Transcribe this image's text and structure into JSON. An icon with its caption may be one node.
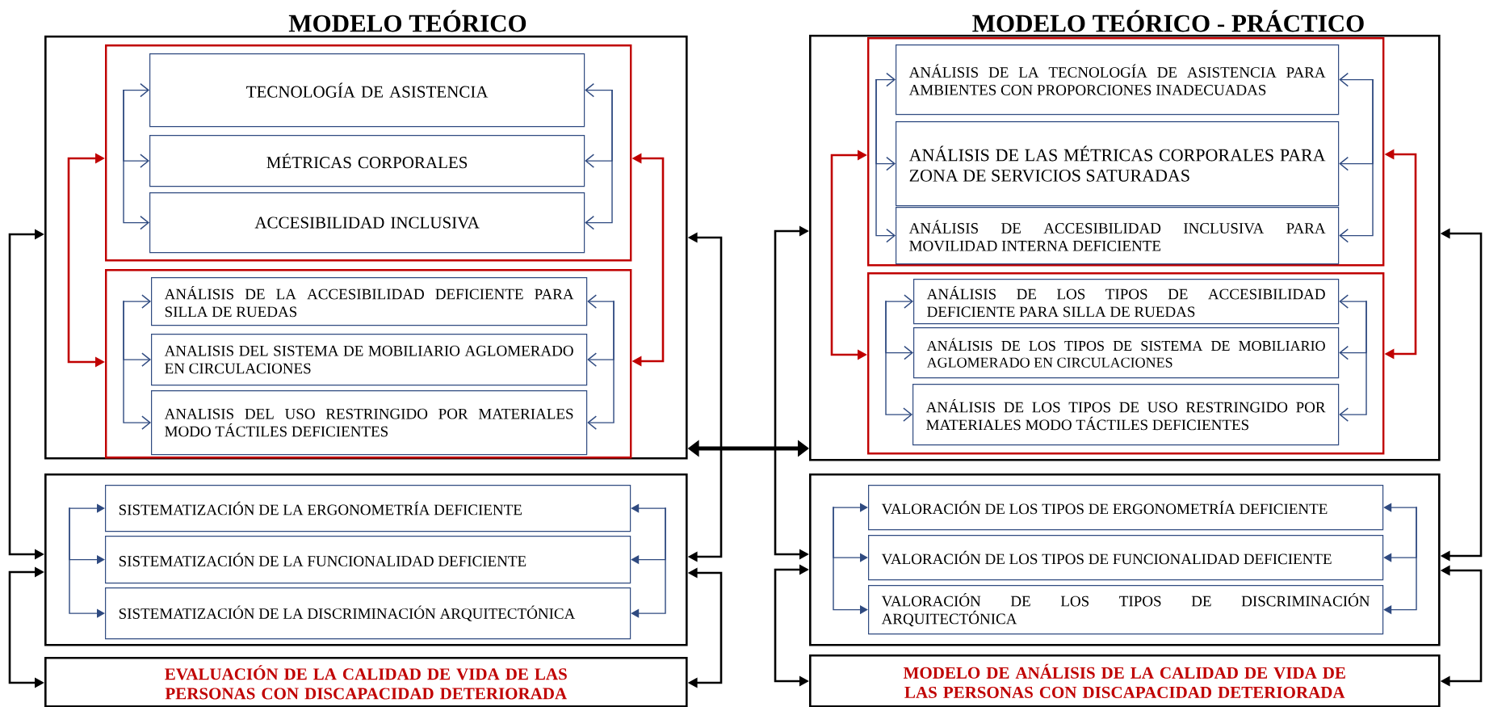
{
  "diagram": {
    "nodes": [
      {
        "text": [],
        "shape": "box"
      },
      {
        "text": [],
        "shape": "box",
        "in": 0
      },
      {
        "text": [
          "TECNOLOGÍA DE ASISTENCIA"
        ],
        "in": 1
      },
      {
        "text": [
          "MÉTRICAS CORPORALES"
        ],
        "in": 1
      },
      {
        "text": [
          "ACCESIBILIDAD INCLUSIVA"
        ],
        "in": 1
      },
      {
        "text": [],
        "shape": "box",
        "in": 0
      },
      {
        "text": [
          "ANÁLISIS DE LA ACCESIBILIDAD DEFICIENTE PARA SILLA DE RUEDAS"
        ],
        "in": 5
      },
      {
        "text": [
          "ANALISIS DEL SISTEMA DE MOBILIARIO AGLOMERADO EN CIRCULACIONES"
        ],
        "in": 5
      },
      {
        "text": [
          "ANALISIS DEL USO RESTRINGIDO POR MATERIALES MODO TÁCTILES DEFICIENTES"
        ],
        "in": 5
      },
      {
        "text": [],
        "shape": "box"
      },
      {
        "text": [
          "SISTEMATIZACIÓN DE LA ERGONOMETRÍA DEFICIENTE"
        ],
        "in": 9
      },
      {
        "text": [
          "SISTEMATIZACIÓN DE LA FUNCIONALIDAD DEFICIENTE"
        ],
        "in": 9
      },
      {
        "text": [
          "SISTEMATIZACIÓN DE LA DISCRIMINACIÓN ARQUITECTÓNICA"
        ],
        "in": 9
      },
      {
        "text": [
          "EVALUACIÓN DE LA CALIDAD DE VIDA DE LAS PERSONAS CON DISCAPACIDAD DETERIORADA"
        ]
      },
      {
        "text": [],
        "shape": "box"
      },
      {
        "text": [],
        "shape": "box",
        "in": 14
      },
      {
        "text": [
          "ANÁLISIS DE LA TECNOLOGÍA DE ASISTENCIA PARA AMBIENTES CON PROPORCIONES INADECUADAS"
        ],
        "in": 15
      },
      {
        "text": [
          "ANÁLISIS DE LAS MÉTRICAS CORPORALES PARA ZONA DE SERVICIOS SATURADAS"
        ],
        "in": 15
      },
      {
        "text": [
          "ANÁLISIS DE ACCESIBILIDAD INCLUSIVA PARA MOVILIDAD INTERNA DEFICIENTE"
        ],
        "in": 15
      },
      {
        "text": [],
        "shape": "box",
        "in": 14
      },
      {
        "text": [
          "ANÁLISIS DE LOS TIPOS DE ACCESIBILIDAD DEFICIENTE PARA SILLA DE RUEDAS"
        ],
        "in": 19
      },
      {
        "text": [
          "ANÁLISIS DE LOS TIPOS DE SISTEMA DE MOBILIARIO AGLOMERADO EN CIRCULACIONES"
        ],
        "in": 19
      },
      {
        "text": [
          "ANÁLISIS DE LOS TIPOS DE USO RESTRINGIDO POR MATERIALES MODO TÁCTILES DEFICIENTES"
        ],
        "in": 19
      },
      {
        "text": [],
        "shape": "box"
      },
      {
        "text": [
          "VALORACIÓN DE LOS TIPOS DE ERGONOMETRÍA DEFICIENTE"
        ],
        "in": 23
      },
      {
        "text": [
          "VALORACIÓN DE LOS TIPOS DE FUNCIONALIDAD DEFICIENTE"
        ],
        "in": 23
      },
      {
        "text": [
          "VALORACIÓN DE LOS TIPOS DE DISCRIMINACIÓN ARQUITECTÓNICA"
        ],
        "in": 23
      },
      {
        "text": [
          "MODELO DE ANÁLISIS DE LA CALIDAD DE VIDA DE LAS PERSONAS CON DISCAPACIDAD DETERIORADA"
        ]
      }
    ],
    "edges": [
      {
        "from": null,
        "to": 2,
        "arrow": "to"
      },
      {
        "from": null,
        "to": 3,
        "arrow": "to"
      },
      {
        "from": null,
        "to": 4,
        "arrow": "to"
      },
      {
        "from": null,
        "to": 2,
        "arrow": "to"
      },
      {
        "from": null,
        "to": 3,
        "arrow": "to"
      },
      {
        "from": null,
        "to": 4,
        "arrow": "to"
      },
      {
        "from": null,
        "to": 6,
        "arrow": "to"
      },
      {
        "from": null,
        "to": 7,
        "arrow": "to"
      },
      {
        "from": null,
        "to": 8,
        "arrow": "to"
      },
      {
        "from": null,
        "to": 6,
        "arrow": "to"
      },
      {
        "from": null,
        "to": 7,
        "arrow": "to"
      },
      {
        "from": null,
        "to": 8,
        "arrow": "to"
      },
      {
        "from": null,
        "to": 10,
        "arrow": "to"
      },
      {
        "from": null,
        "to": 11,
        "arrow": "to"
      },
      {
        "from": null,
        "to": 12,
        "arrow": "to"
      },
      {
        "from": null,
        "to": 10,
        "arrow": "to"
      },
      {
        "from": null,
        "to": 11,
        "arrow": "to"
      },
      {
        "from": null,
        "to": 12,
        "arrow": "to"
      },
      {
        "from": 1,
        "to": 5,
        "arrow": "both",
        "color": "#c00000"
      },
      {
        "from": 1,
        "to": 5,
        "arrow": "both",
        "color": "#c00000"
      },
      {
        "from": 0,
        "to": 9,
        "arrow": "both",
        "color": "#000000"
      },
      {
        "from": 9,
        "to": 13,
        "arrow": "both",
        "color": "#000000"
      },
      {
        "from": 0,
        "to": 9,
        "arrow": "both",
        "color": "#000000"
      },
      {
        "from": 9,
        "to": 13,
        "arrow": "both",
        "color": "#000000"
      },
      {
        "from": null,
        "to": 16,
        "arrow": "to"
      },
      {
        "from": null,
        "to": 17,
        "arrow": "to"
      },
      {
        "from": null,
        "to": 18,
        "arrow": "to"
      },
      {
        "from": null,
        "to": 16,
        "arrow": "to"
      },
      {
        "from": null,
        "to": 17,
        "arrow": "to"
      },
      {
        "from": null,
        "to": 18,
        "arrow": "to"
      },
      {
        "from": null,
        "to": 20,
        "arrow": "to"
      },
      {
        "from": null,
        "to": 21,
        "arrow": "to"
      },
      {
        "from": null,
        "to": 22,
        "arrow": "to"
      },
      {
        "from": null,
        "to": 20,
        "arrow": "to"
      },
      {
        "from": null,
        "to": 21,
        "arrow": "to"
      },
      {
        "from": null,
        "to": 22,
        "arrow": "to"
      },
      {
        "from": null,
        "to": 24,
        "arrow": "to"
      },
      {
        "from": null,
        "to": 25,
        "arrow": "to"
      },
      {
        "from": null,
        "to": 26,
        "arrow": "to"
      },
      {
        "from": null,
        "to": 24,
        "arrow": "to"
      },
      {
        "from": null,
        "to": 25,
        "arrow": "to"
      },
      {
        "from": null,
        "to": 26,
        "arrow": "to"
      },
      {
        "from": 15,
        "to": 19,
        "arrow": "both",
        "color": "#c00000"
      },
      {
        "from": 15,
        "to": 19,
        "arrow": "both",
        "color": "#c00000"
      },
      {
        "from": 14,
        "to": 23,
        "arrow": "both",
        "color": "#000000"
      },
      {
        "from": 23,
        "to": 27,
        "arrow": "both",
        "color": "#000000"
      },
      {
        "from": 14,
        "to": 23,
        "arrow": "both",
        "color": "#000000"
      },
      {
        "from": 23,
        "to": 27,
        "arrow": "both",
        "color": "#000000"
      },
      {
        "from": 0,
        "to": 14,
        "arrow": "both",
        "style": "thick",
        "color": "#000000"
      }
    ],
    "labels": [
      "MODELO TEÓRICO",
      "MODELO TEÓRICO - PRÁCTICO"
    ]
  }
}
